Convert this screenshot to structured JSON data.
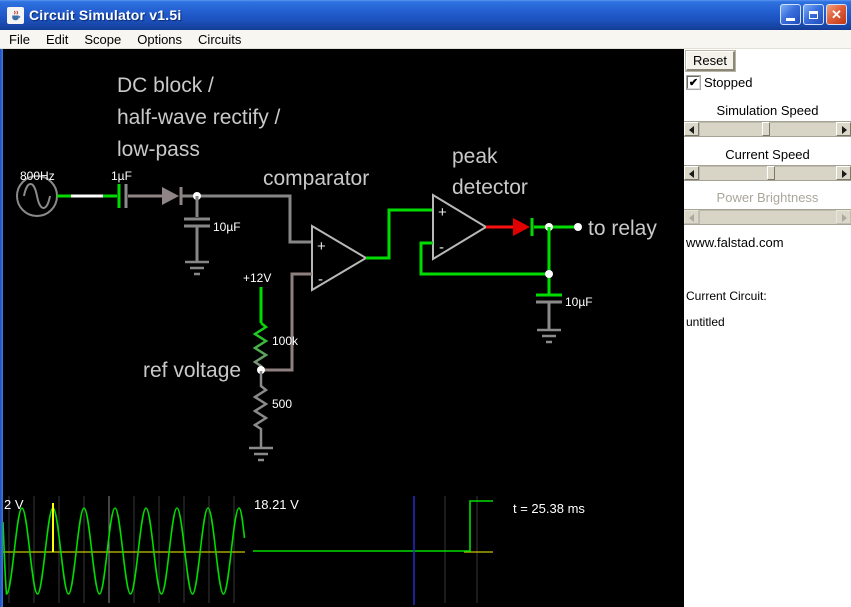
{
  "window": {
    "title": "Circuit Simulator v1.5i",
    "buttons": {
      "minimize": "minimize",
      "maximize": "maximize",
      "close": "close"
    }
  },
  "menu": {
    "items": [
      {
        "label": "File"
      },
      {
        "label": "Edit"
      },
      {
        "label": "Scope"
      },
      {
        "label": "Options"
      },
      {
        "label": "Circuits"
      }
    ]
  },
  "sidebar": {
    "reset_label": "Reset",
    "stopped_check": "✔",
    "stopped_label": "Stopped",
    "sliders": [
      {
        "label": "Simulation Speed",
        "disabled": false
      },
      {
        "label": "Current Speed",
        "disabled": false
      },
      {
        "label": "Power Brightness",
        "disabled": true
      }
    ],
    "website": "www.falstad.com",
    "current_circuit_label": "Current Circuit:",
    "current_circuit_value": "untitled"
  },
  "canvas": {
    "annotations": {
      "heading1": "DC block /",
      "heading2": "half-wave rectify /",
      "heading3": "low-pass",
      "comparator": "comparator",
      "peak1": "peak",
      "peak2": "detector",
      "to_relay": "to relay",
      "ref_voltage": "ref voltage"
    },
    "labels": {
      "source_freq": "800Hz",
      "cap_input": "1µF",
      "cap_filter": "10µF",
      "supply": "+12V",
      "resistor_top": "100k",
      "resistor_bottom": "500",
      "cap_peak": "10µF"
    },
    "opamp": {
      "plus": "+",
      "minus": "-"
    }
  },
  "scope": {
    "ch1_scale": "2 V",
    "ch2_value": "18.21 V",
    "time": "t = 25.38 ms"
  },
  "colors": {
    "wire_positive_green": "#00dc00",
    "wire_neutral_gray": "#868686",
    "wire_negative_red": "#ff1010",
    "selected_wire_white": "#ffffff",
    "scope_zero_line_yellow": "#c6c600",
    "scope_marker_yellow": "#ffff00",
    "scope_marker_blue": "#2828c8",
    "titlebar_blue": "#2663d4",
    "close_button_red": "#d8552a",
    "panel_background": "#ffffff"
  }
}
